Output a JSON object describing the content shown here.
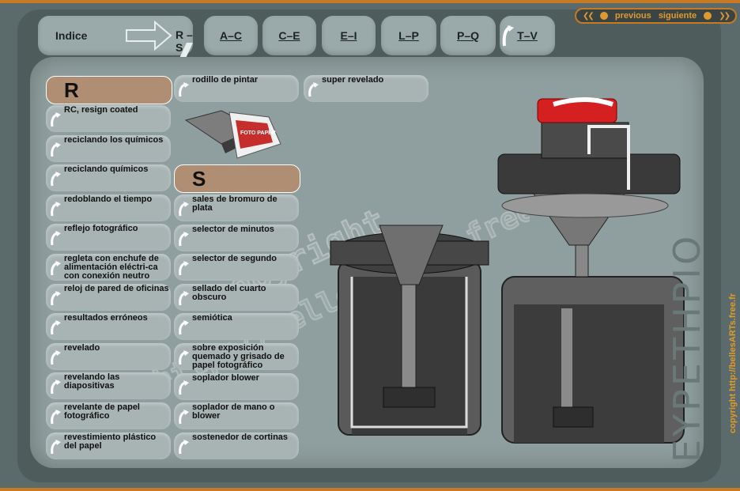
{
  "nav": {
    "index_label": "Indice",
    "current_range": "R – S",
    "tabs": [
      {
        "label": "A–C"
      },
      {
        "label": "C–E"
      },
      {
        "label": "E–I"
      },
      {
        "label": "L–P"
      },
      {
        "label": "P–Q"
      },
      {
        "label": "T–V"
      }
    ],
    "previous": "previous",
    "next": "siguiente"
  },
  "brand": {
    "vertical_title": "EYPETHPIO",
    "copyright": "copyright http://bellesARTs.free.fr"
  },
  "watermark": {
    "line1": "copyright",
    "line2": "http://belles-arts.free.fr"
  },
  "sections": {
    "r_letter": "R",
    "s_letter": "S"
  },
  "col1": [
    "RC, resign coated",
    "reciclando los químicos",
    "reciclando químicos",
    "redoblando el tiempo",
    "reflejo fotográfico",
    "regleta con enchufe de alimentación eléctri-ca con conexión neutro",
    "reloj de pared de oficinas",
    "resultados erróneos",
    "revelado",
    "revelando las diapositivas",
    "revelante de papel fotográfico",
    "revestimiento plástico del papel"
  ],
  "col2_top": "rodillo de pintar",
  "col2": [
    "sales de  bromuro de plata",
    "selector de minutos",
    "selector de segundo",
    "sellado del cuarto obscuro",
    "semiótica",
    "sobre exposición quemado y grisado de papel fotográfico",
    "soplador blower",
    "soplador de mano o blower",
    "sostenedor de cortinas"
  ],
  "col3_top": "super revelado",
  "photo_box_label": "FOTO PAPER",
  "colors": {
    "accent": "#c77a25",
    "panel": "#8f9e9e",
    "pill": "#a8b4b4",
    "header": "#b08e74"
  }
}
